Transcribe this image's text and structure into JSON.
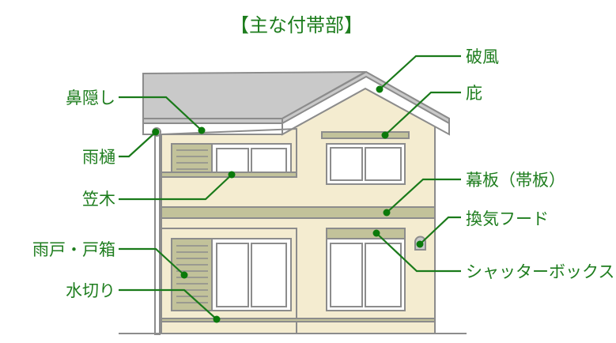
{
  "title": "【主な付帯部】",
  "colors": {
    "label_green": "#1e7d1e",
    "dot_green": "#0b7a0b",
    "roof": "#c9c9c9",
    "wall": "#f4ecd0",
    "trim": "#c2c29a",
    "outline": "#8c8c8c"
  },
  "labels": {
    "hanakakushi": "鼻隠し",
    "amadoi": "雨樋",
    "kasagi": "笠木",
    "amado": "雨戸・戸箱",
    "mizukiri": "水切り",
    "hafu": "破風",
    "hisashi": "庇",
    "makuita": "幕板（帯板）",
    "kanki": "換気フード",
    "shutter": "シャッターボックス"
  }
}
